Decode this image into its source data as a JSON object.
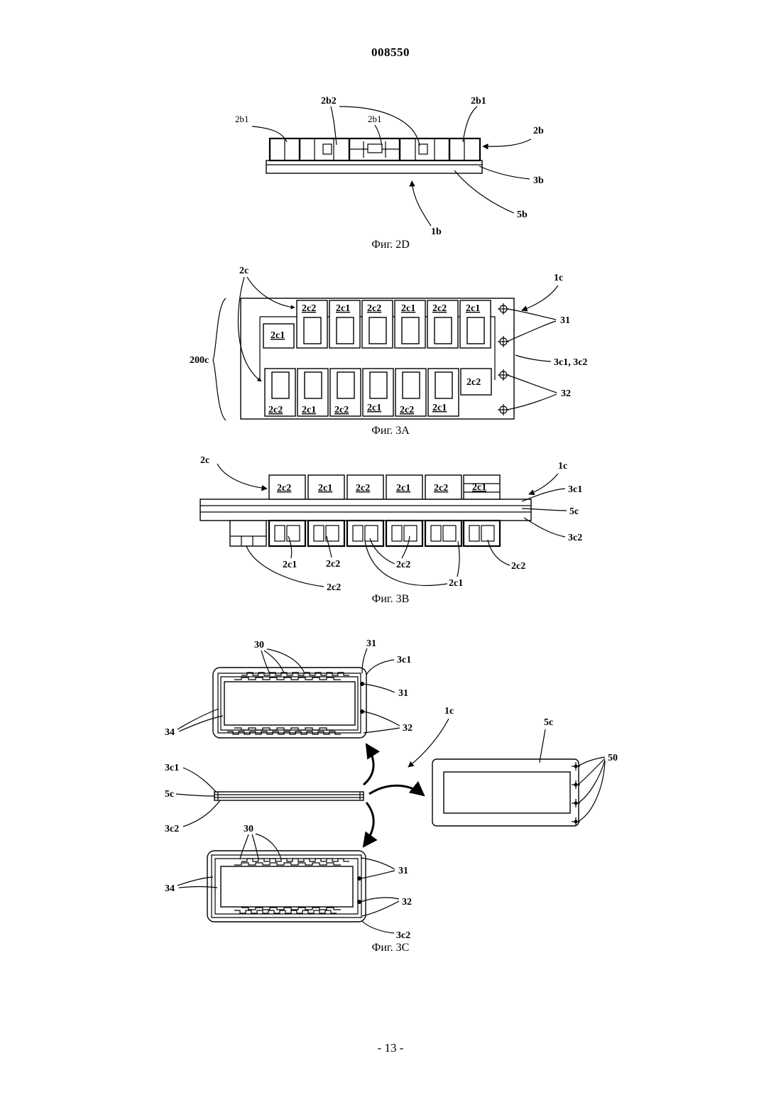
{
  "header": {
    "doc_number": "008550"
  },
  "footer": {
    "page_label": "- 13 -"
  },
  "figures": {
    "fig2d": {
      "caption": "Фиг. 2D",
      "labels": {
        "l2b1_left": "2b1",
        "l2b2": "2b2",
        "l2b1_mid": "2b1",
        "l2b1_right": "2b1",
        "l2b": "2b",
        "l3b": "3b",
        "l5b": "5b",
        "l1b": "1b"
      }
    },
    "fig3a": {
      "caption": "Фиг. 3А",
      "labels": {
        "l2c": "2c",
        "l1c": "1c",
        "l31": "31",
        "l3c1_3c2": "3c1, 3c2",
        "l32": "32",
        "l200c": "200c"
      },
      "top_row": [
        "2c2",
        "2c1",
        "2c2",
        "2c1",
        "2c2",
        "2c1"
      ],
      "left_cell": "2c1",
      "bottom_row": [
        "2c2",
        "2c1",
        "2c2",
        "2c1",
        "2c2",
        "2c1"
      ],
      "right_cell": "2c2"
    },
    "fig3b": {
      "caption": "Фиг. 3В",
      "labels": {
        "l2c": "2c",
        "l1c": "1c",
        "l3c1": "3c1",
        "l5c": "5c",
        "l3c2": "3c2",
        "b2c1_a": "2c1",
        "b2c2_a": "2c2",
        "b2c2_b": "2c2",
        "b2c1_b": "2c1",
        "b2c2_c": "2c2",
        "b2c2_d": "2c2"
      },
      "top_row": [
        "2c2",
        "2c1",
        "2c2",
        "2c1",
        "2c2",
        "2c1"
      ]
    },
    "fig3c": {
      "caption": "Фиг. 3С",
      "labels": {
        "l30_top": "30",
        "l31_top": "31",
        "l3c1_top": "3c1",
        "l31_top2": "31",
        "l34_top": "34",
        "l32_top": "32",
        "l1c": "1c",
        "l5c_right": "5c",
        "l50": "50",
        "l3c1_side": "3c1",
        "l5c_side": "5c",
        "l3c2_side": "3c2",
        "l30_bot": "30",
        "l31_bot": "31",
        "l34_bot": "34",
        "l32_bot": "32",
        "l3c2_bot": "3c2"
      }
    }
  }
}
